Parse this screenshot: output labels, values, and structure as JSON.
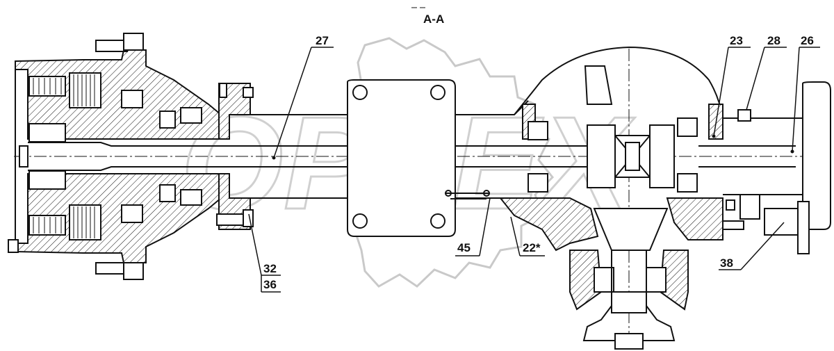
{
  "section_title": "A-A",
  "watermark_text": "OPLEX",
  "callouts": {
    "c27": "27",
    "c23": "23",
    "c28": "28",
    "c26": "26",
    "c45": "45",
    "c22": "22*",
    "c32": "32",
    "c36": "36",
    "c38": "38"
  }
}
